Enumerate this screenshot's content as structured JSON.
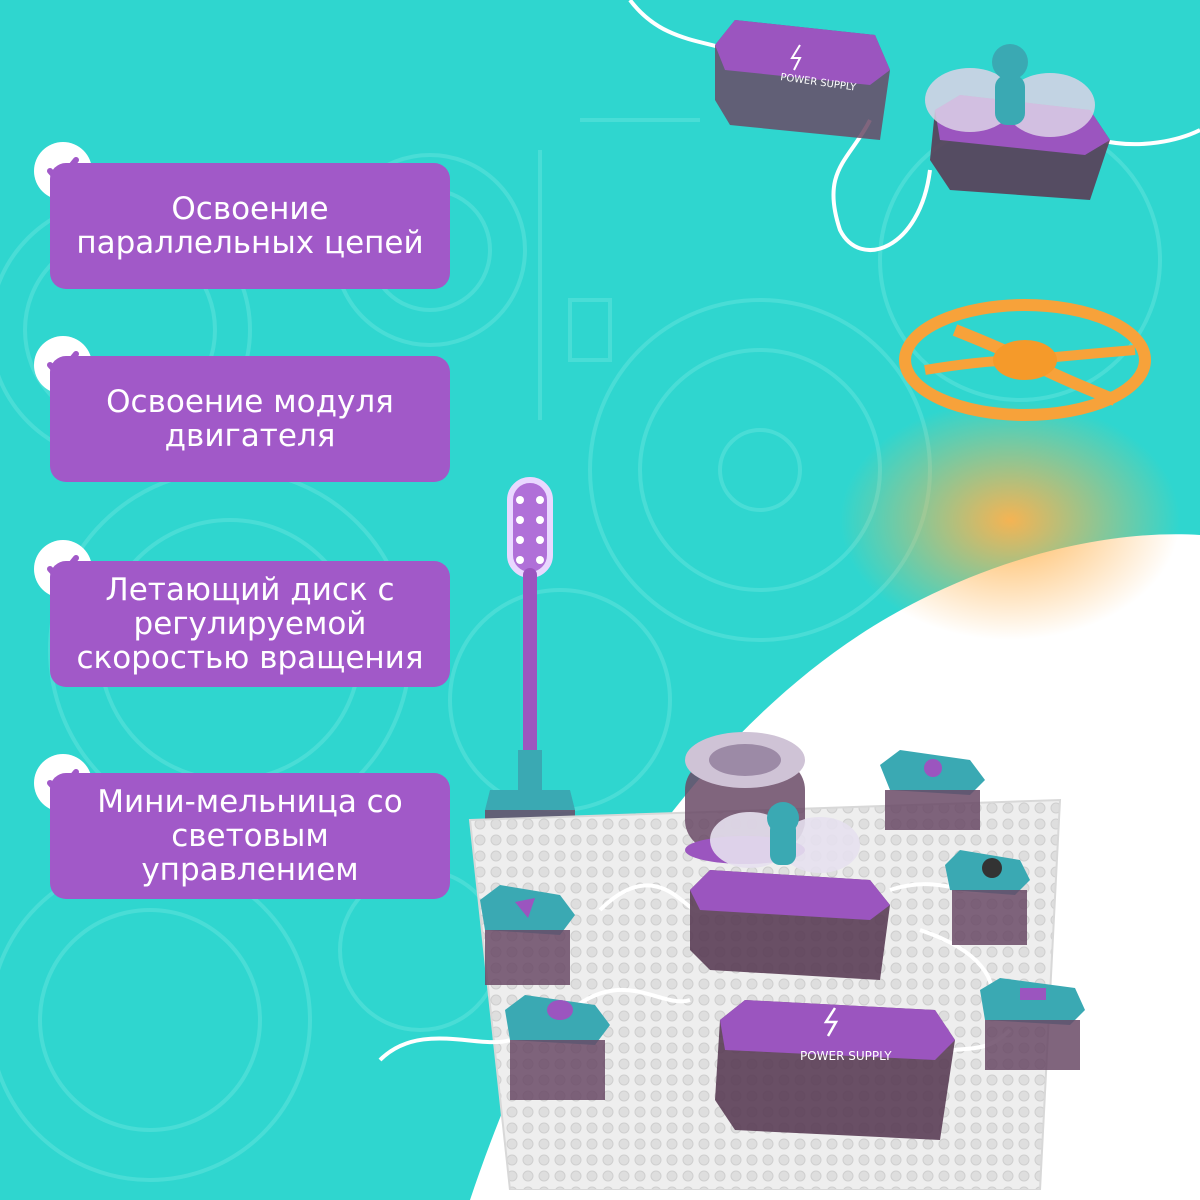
{
  "colors": {
    "background": "#2fd6cf",
    "card": "#a159c8",
    "card_text": "#ffffff",
    "check": "#a159c8",
    "module_purple": "#9b55bf",
    "module_teal": "#3aa9b3",
    "disc_orange": "#f7a23a"
  },
  "features": [
    {
      "text": "Освоение параллельных цепей",
      "icon": "check-icon"
    },
    {
      "text": "Освоение модуля двигателя",
      "icon": "check-icon"
    },
    {
      "text": "Летающий диск с регулируемой скоростью вращения",
      "icon": "check-icon"
    },
    {
      "text": "Мини-мельница со световым управлением",
      "icon": "check-icon"
    }
  ],
  "product": {
    "power_supply_label": "POWER SUPPLY",
    "small_power_supply_label": "POWER SUPPLY"
  }
}
